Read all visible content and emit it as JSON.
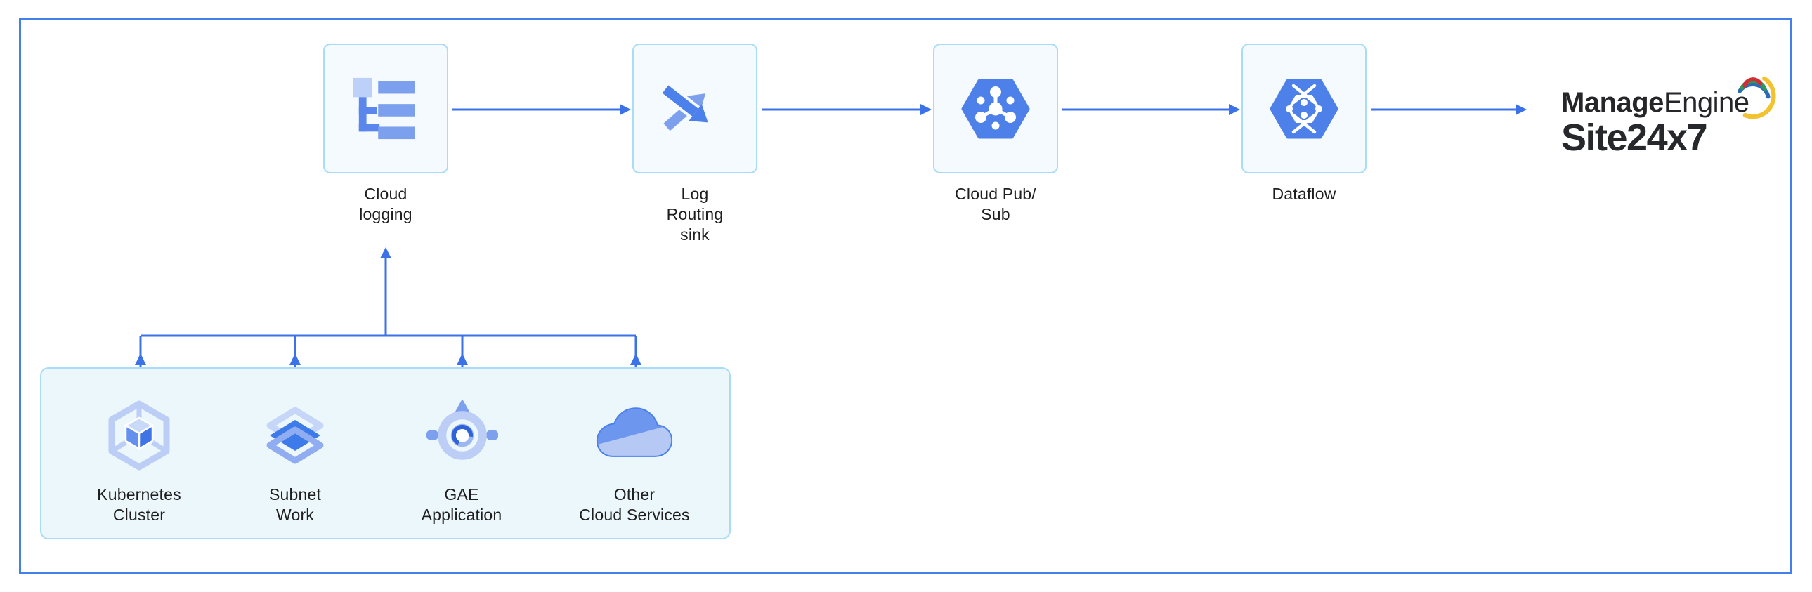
{
  "diagram": {
    "type": "flow-diagram",
    "frame_color": "#4580ea",
    "arrow_color": "#3b72e8",
    "node_fill": "#f4fafd",
    "node_border": "#a9dcf6",
    "group_fill": "#ecf7fc",
    "label_color": "#1e1e1e"
  },
  "pipeline": {
    "nodes": [
      {
        "id": "cloud-logging",
        "label": "Cloud\nlogging",
        "icon": "cloud-logging-icon"
      },
      {
        "id": "log-routing-sink",
        "label": "Log\nRouting\nsink",
        "icon": "shuffle-arrows-icon"
      },
      {
        "id": "cloud-pub-sub",
        "label": "Cloud Pub/\nSub",
        "icon": "pubsub-hexagon-icon"
      },
      {
        "id": "dataflow",
        "label": "Dataflow",
        "icon": "dataflow-hexagon-icon"
      }
    ]
  },
  "sources": {
    "items": [
      {
        "id": "kubernetes-cluster",
        "label": "Kubernetes\nCluster",
        "icon": "kubernetes-cluster-icon"
      },
      {
        "id": "subnet-work",
        "label": "Subnet\nWork",
        "icon": "subnet-layers-icon"
      },
      {
        "id": "gae-application",
        "label": "GAE\nApplication",
        "icon": "app-engine-icon"
      },
      {
        "id": "other-cloud-services",
        "label": "Other\nCloud Services",
        "icon": "cloud-icon"
      }
    ]
  },
  "logo": {
    "brand_bold": "Manage",
    "brand_light": "Engine",
    "product": "Site24x7",
    "swirl_colors": [
      "#f2c230",
      "#2d6cb4",
      "#2e9b4e",
      "#cf2e35"
    ]
  }
}
